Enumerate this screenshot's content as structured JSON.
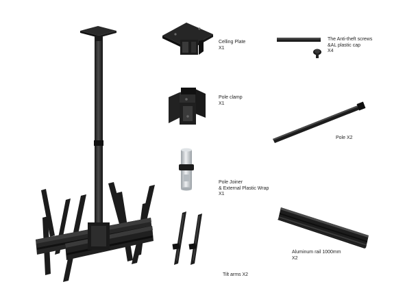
{
  "parts": [
    {
      "id": "ceiling_plate",
      "lines": [
        "Celling Plate",
        "X1"
      ],
      "icon": "ceiling-plate-icon"
    },
    {
      "id": "anti_theft",
      "lines": [
        "The Anti-theft screws",
        "&AL plastic cap",
        "X4"
      ],
      "icon": "screw-cap-icon"
    },
    {
      "id": "pole_clamp",
      "lines": [
        "Pole clamp",
        "X1"
      ],
      "icon": "pole-clamp-icon"
    },
    {
      "id": "pole",
      "lines": [
        "Pole X2"
      ],
      "icon": "pole-icon"
    },
    {
      "id": "pole_joiner",
      "lines": [
        "Pole Joiner",
        "& External Plastic Wrap",
        "X1"
      ],
      "icon": "pole-joiner-icon"
    },
    {
      "id": "aluminum_rail",
      "lines": [
        "Aluminum rail 1000mm",
        "X2"
      ],
      "icon": "aluminum-rail-icon"
    },
    {
      "id": "tilt_arms",
      "lines": [
        "Tilt arms X2"
      ],
      "icon": "tilt-arm-icon"
    }
  ],
  "assembly": {
    "icon": "ceiling-mount-assembly-icon"
  },
  "colors": {
    "metal": "#1e1e1e",
    "metal_mid": "#3a3a3a",
    "metal_light": "#5a5a5a",
    "joiner": "#cfd4d8"
  }
}
